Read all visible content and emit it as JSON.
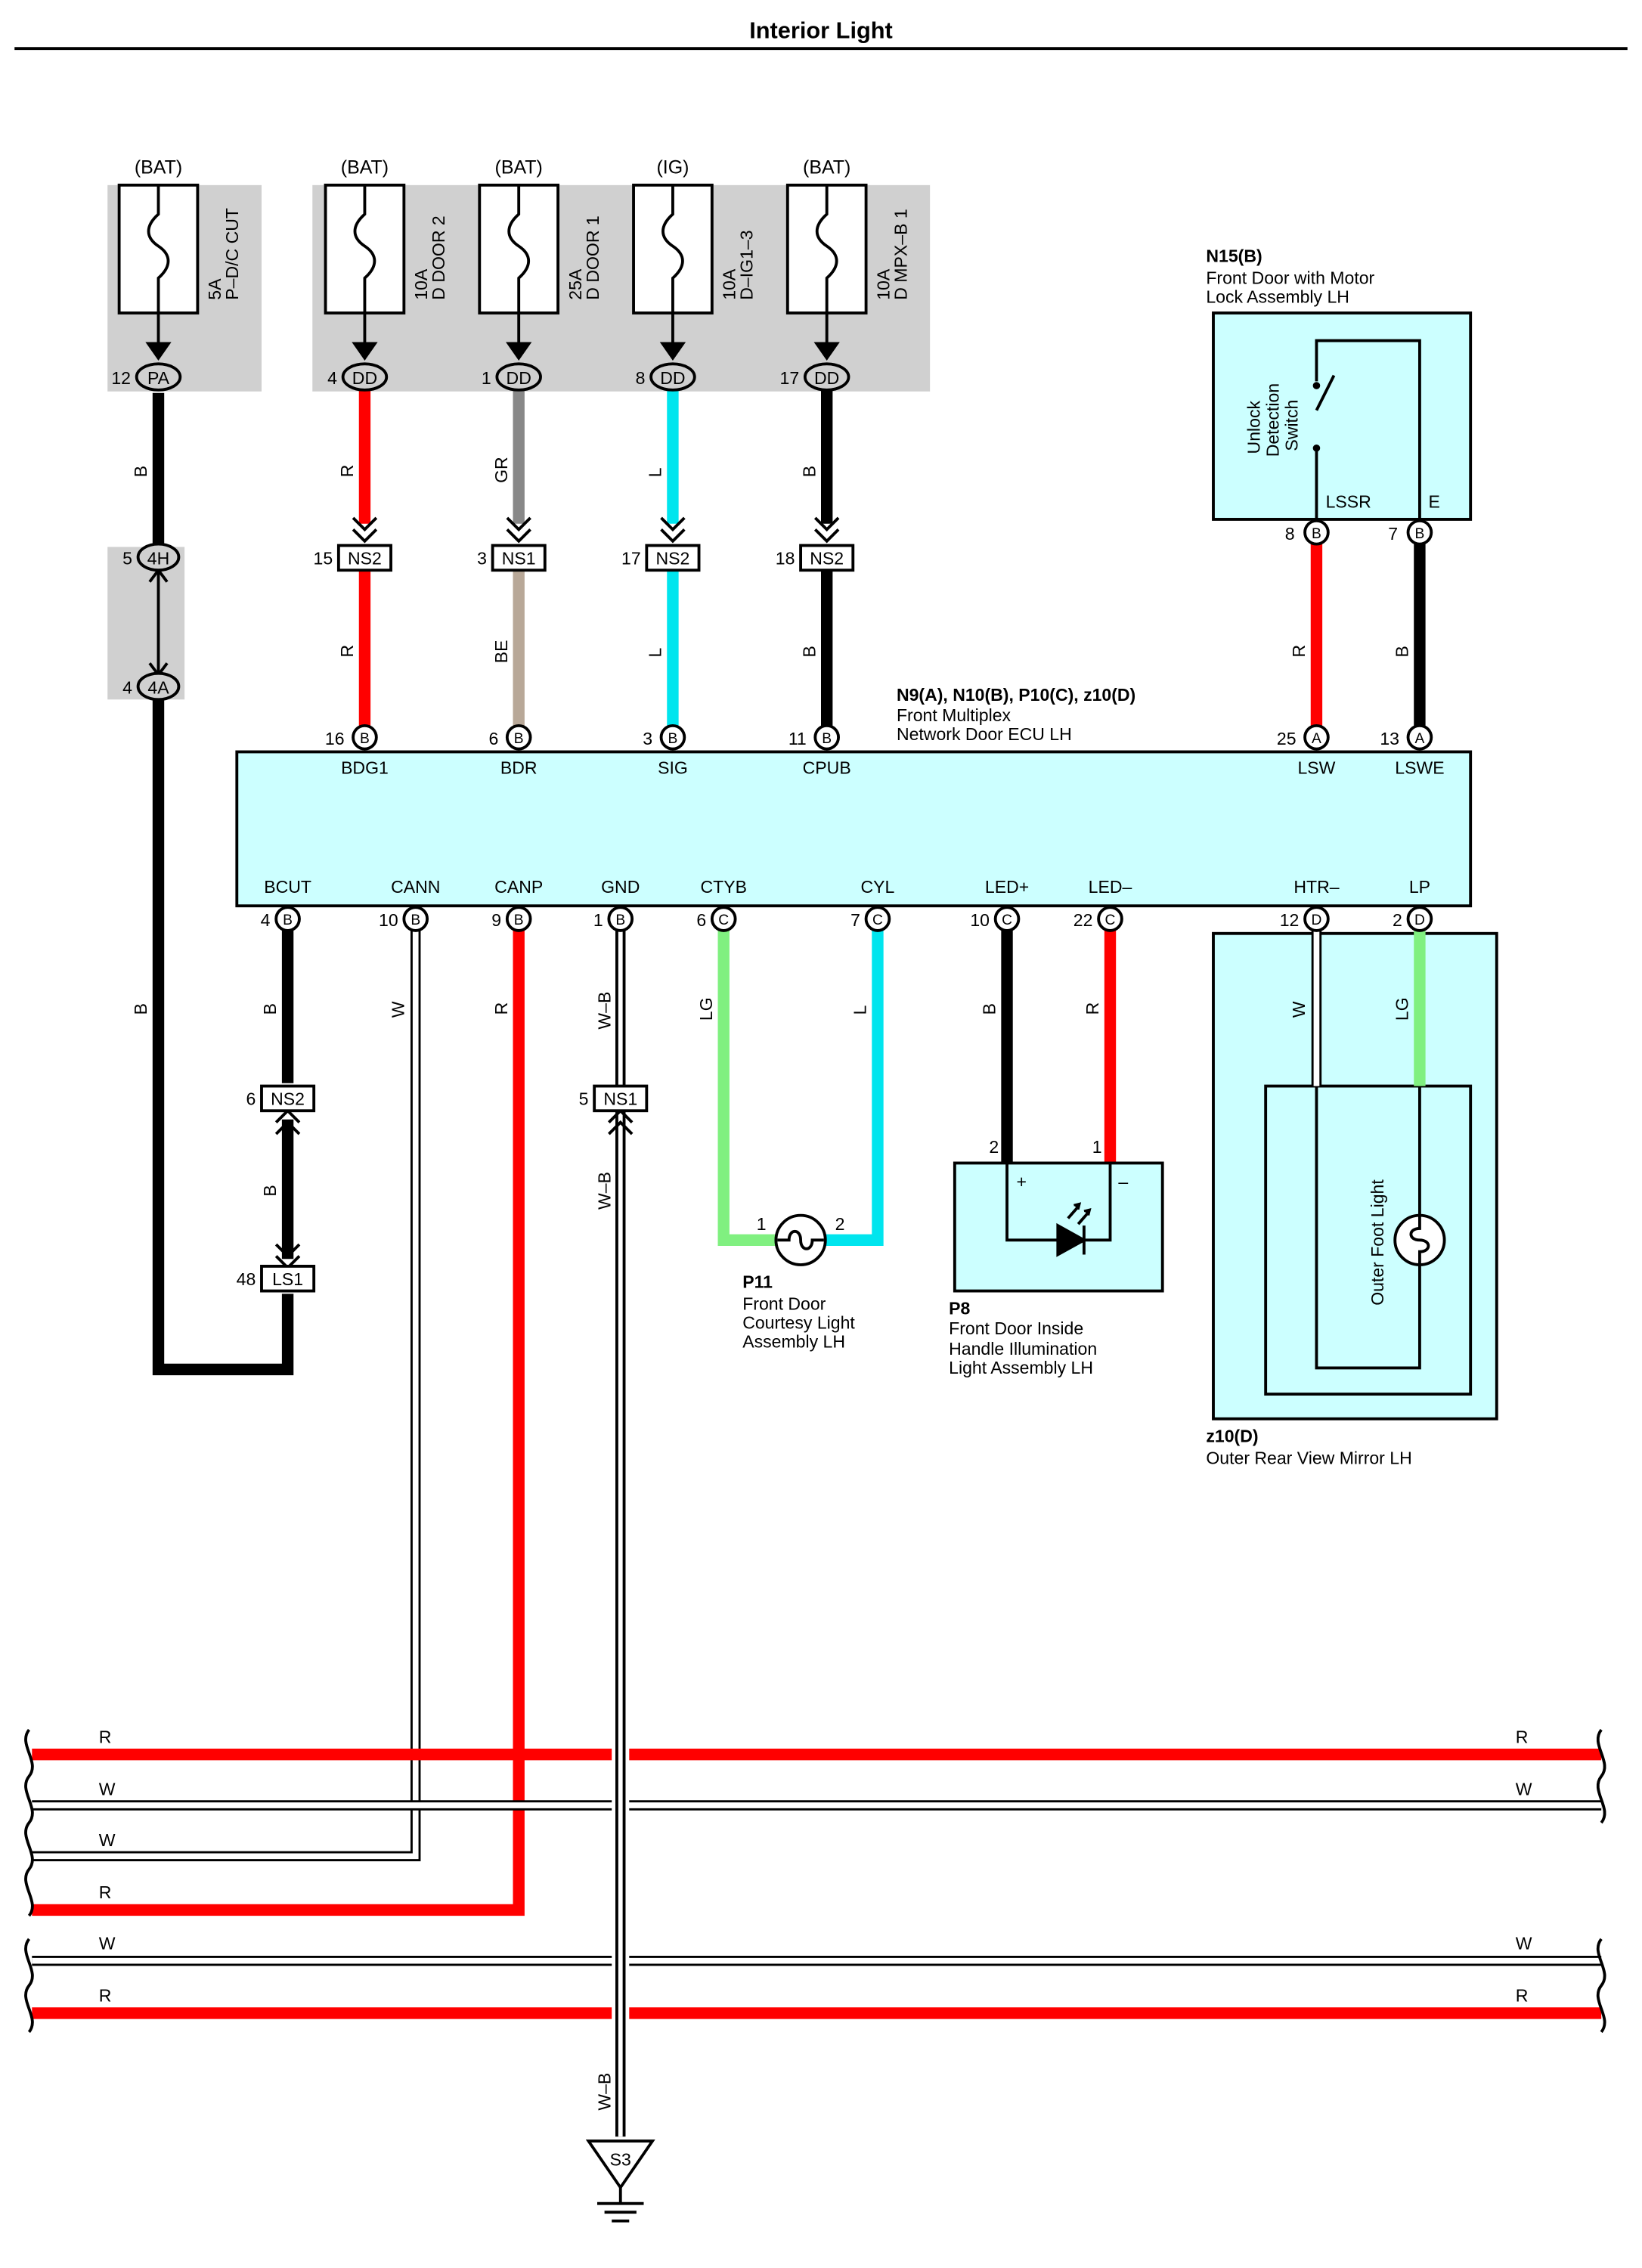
{
  "title": "Interior Light",
  "colors": {
    "R": "#ff0000",
    "B": "#000000",
    "GR": "#888888",
    "L": "#00e5ee",
    "BE": "#b8a898",
    "LG": "#80f080",
    "W": "#ffffff",
    "W-B": "#ffffff",
    "box_fill": "#ccffff",
    "fuse_area": "#d0d0d0"
  },
  "fuses": [
    {
      "source": "(BAT)",
      "rating": "5A",
      "name": "P–D/C CUT",
      "pin": "12",
      "conn": "PA"
    },
    {
      "source": "(BAT)",
      "rating": "10A",
      "name": "D DOOR 2",
      "pin": "4",
      "conn": "DD"
    },
    {
      "source": "(BAT)",
      "rating": "25A",
      "name": "D DOOR 1",
      "pin": "1",
      "conn": "DD"
    },
    {
      "source": "(IG)",
      "rating": "10A",
      "name": "D–IG1–3",
      "pin": "8",
      "conn": "DD"
    },
    {
      "source": "(BAT)",
      "rating": "10A",
      "name": "D MPX–B 1",
      "pin": "17",
      "conn": "DD"
    }
  ],
  "upper_wires": [
    {
      "top": "R",
      "splice_pin": "15",
      "splice": "NS2",
      "bottom": "R",
      "ecu_pin": "16",
      "ecu_conn": "B",
      "terminal": "BDG1"
    },
    {
      "top": "GR",
      "splice_pin": "3",
      "splice": "NS1",
      "bottom": "BE",
      "ecu_pin": "6",
      "ecu_conn": "B",
      "terminal": "BDR"
    },
    {
      "top": "L",
      "splice_pin": "17",
      "splice": "NS2",
      "bottom": "L",
      "ecu_pin": "3",
      "ecu_conn": "B",
      "terminal": "SIG"
    },
    {
      "top": "B",
      "splice_pin": "18",
      "splice": "NS2",
      "bottom": "B",
      "ecu_pin": "11",
      "ecu_conn": "B",
      "terminal": "CPUB"
    }
  ],
  "left_branch": {
    "wire_top": "B",
    "pin_4h": "5",
    "conn_4h": "4H",
    "pin_4a": "4",
    "conn_4a": "4A",
    "wire_mid": "B"
  },
  "ecu": {
    "label_line1": "N9(A), N10(B), P10(C), z10(D)",
    "label_line2": "Front Multiplex",
    "label_line3": "Network Door ECU LH",
    "right_top": [
      {
        "pin": "25",
        "conn": "A",
        "terminal": "LSW"
      },
      {
        "pin": "13",
        "conn": "A",
        "terminal": "LSWE"
      }
    ],
    "bottom": [
      {
        "pin": "4",
        "conn": "B",
        "terminal": "BCUT"
      },
      {
        "pin": "10",
        "conn": "B",
        "terminal": "CANN"
      },
      {
        "pin": "9",
        "conn": "B",
        "terminal": "CANP"
      },
      {
        "pin": "1",
        "conn": "B",
        "terminal": "GND"
      },
      {
        "pin": "6",
        "conn": "C",
        "terminal": "CTYB"
      },
      {
        "pin": "7",
        "conn": "C",
        "terminal": "CYL"
      },
      {
        "pin": "10",
        "conn": "C",
        "terminal": "LED+"
      },
      {
        "pin": "22",
        "conn": "C",
        "terminal": "LED–"
      },
      {
        "pin": "12",
        "conn": "D",
        "terminal": "HTR–"
      },
      {
        "pin": "2",
        "conn": "D",
        "terminal": "LP"
      }
    ]
  },
  "n15": {
    "id": "N15(B)",
    "name1": "Front Door with Motor",
    "name2": "Lock Assembly LH",
    "switch1": "Unlock",
    "switch2": "Detection",
    "switch3": "Switch",
    "term1": "LSSR",
    "term2": "E",
    "pin1": "8",
    "conn1": "B",
    "pin2": "7",
    "conn2": "B",
    "wire1": "R",
    "wire2": "B"
  },
  "bottom_wires": {
    "bcut_wire": "B",
    "bcut_splice_pin": "6",
    "bcut_splice": "NS2",
    "bcut_wire2": "B",
    "ls1_pin": "48",
    "ls1": "LS1",
    "cann_wire": "W",
    "canp_wire": "R",
    "gnd_wire": "W–B",
    "gnd_splice_pin": "5",
    "gnd_splice": "NS1",
    "gnd_wire2": "W–B",
    "gnd_wire3": "W–B",
    "ground": "S3",
    "ctyb_wire": "LG",
    "cyl_wire": "L",
    "led_p_wire": "B",
    "led_m_wire": "R",
    "htr_wire": "W",
    "lp_wire": "LG",
    "left_b_wire": "B"
  },
  "p11": {
    "id": "P11",
    "name1": "Front Door",
    "name2": "Courtesy Light",
    "name3": "Assembly LH",
    "pin1": "1",
    "pin2": "2"
  },
  "p8": {
    "id": "P8",
    "name1": "Front Door Inside",
    "name2": "Handle Illumination",
    "name3": "Light Assembly LH",
    "pin1": "2",
    "pin2": "1",
    "plus": "+",
    "minus": "–"
  },
  "z10": {
    "id": "z10(D)",
    "name1": "Outer Rear View Mirror LH",
    "lamp": "Outer Foot Light"
  },
  "bus": [
    {
      "left": "R",
      "right": "R"
    },
    {
      "left": "W",
      "right": "W"
    },
    {
      "left": "W",
      "right": ""
    },
    {
      "left": "R",
      "right": ""
    },
    {
      "left": "W",
      "right": "W"
    },
    {
      "left": "R",
      "right": "R"
    }
  ]
}
